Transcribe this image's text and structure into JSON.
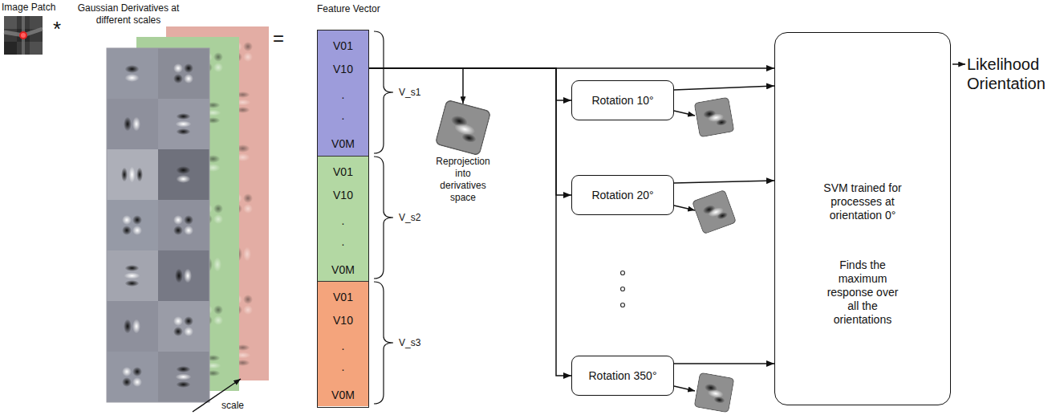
{
  "diagram": {
    "nodes": [
      {
        "text": [
          "Feature Vector"
        ]
      },
      {
        "text": [
          "V01",
          "V10",
          ".",
          ".",
          "V0M"
        ],
        "in": 0
      },
      {
        "text": [
          "V01",
          "V10",
          ".",
          ".",
          "V0M"
        ],
        "in": 0
      },
      {
        "text": [
          "V01",
          "V10",
          ".",
          ".",
          "V0M"
        ],
        "in": 0
      },
      {
        "text": [
          "Rotation 10°"
        ]
      },
      {
        "text": [
          "Rotation 20°"
        ]
      },
      {
        "text": [
          "Rotation 350°"
        ]
      },
      {
        "text": [
          "SVM trained for processes at orientation 0°",
          "Finds the maximum response over all the orientations"
        ]
      }
    ],
    "edges": [
      {
        "from": 0,
        "to": 7,
        "arrow": "to"
      },
      {
        "from": 0,
        "to": 4,
        "arrow": "to"
      },
      {
        "from": 0,
        "to": 5,
        "arrow": "to"
      },
      {
        "from": 0,
        "to": 6,
        "arrow": "to"
      },
      {
        "from": 4,
        "to": 7,
        "arrow": "to"
      },
      {
        "from": 5,
        "to": 7,
        "arrow": "to"
      },
      {
        "from": 6,
        "to": 7,
        "arrow": "to"
      }
    ],
    "labels": [
      "Image Patch",
      "*",
      "Gaussian Derivatives at different scales",
      "=",
      "V_s1",
      "V_s2",
      "V_s3",
      "Reprojection into derivatives space",
      "scale",
      "Likelihood Orientation"
    ]
  }
}
